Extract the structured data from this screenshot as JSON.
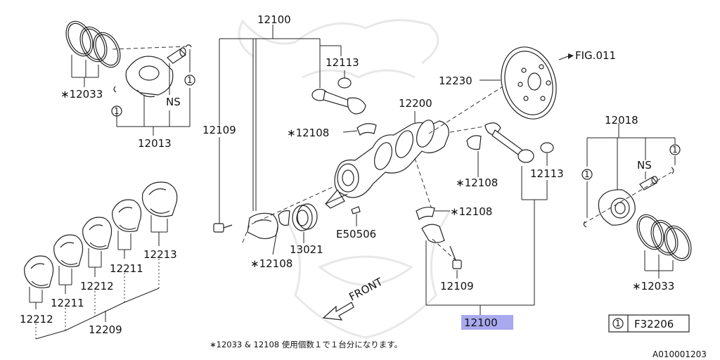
{
  "callouts": {
    "top_12100": "12100",
    "bottom_12100": "12100",
    "c12113_top": "12113",
    "c12113_right": "12113",
    "c12200": "12200",
    "c12230": "12230",
    "fig011": "FIG.011",
    "c12018": "12018",
    "c12033_left": "∗12033",
    "c12033_right": "∗12033",
    "c12013": "12013",
    "c12109_left": "12109",
    "c12109_bottom": "12109",
    "c12108_a": "∗12108",
    "c12108_b": "∗12108",
    "c12108_c": "∗12108",
    "c12108_d": "∗12108",
    "ns_left": "NS",
    "ns_right": "NS",
    "c13021": "13021",
    "e50506": "E50506",
    "c12212_a": "12212",
    "c12212_b": "12212",
    "c12211_a": "12211",
    "c12211_b": "12211",
    "c12213": "12213",
    "c12209": "12209",
    "front": "FRONT",
    "circ1": "1"
  },
  "legend": {
    "symbol": "1",
    "code": "F32206"
  },
  "footnote": "∗12033 & 12108 使用個数１で１台分になります。",
  "diagram_id": "A010001203",
  "colors": {
    "highlight": "#a9a9ef",
    "line": "#222222"
  }
}
